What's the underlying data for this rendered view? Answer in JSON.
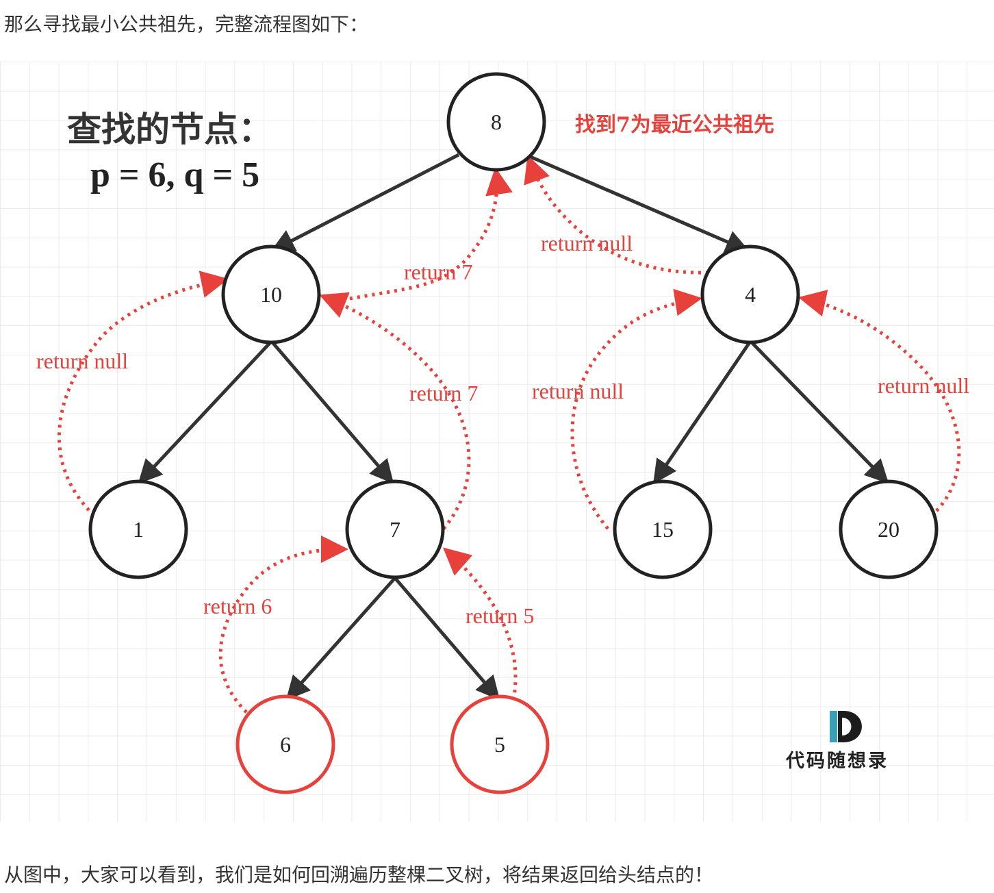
{
  "caption_top": "那么寻找最小公共祖先，完整流程图如下：",
  "caption_bottom": "从图中，大家可以看到，我们是如何回溯遍历整棵二叉树，将结果返回给头结点的！",
  "query": {
    "title": "查找的节点：",
    "expression": "p = 6, q = 5"
  },
  "result_note": "找到7为最近公共祖先",
  "nodes": {
    "n8": "8",
    "n10": "10",
    "n4": "4",
    "n1": "1",
    "n7": "7",
    "n15": "15",
    "n20": "20",
    "n6": "6",
    "n5": "5"
  },
  "target_nodes": [
    "6",
    "5"
  ],
  "returns": {
    "r1": "return null",
    "r6": "return 6",
    "r5": "return 5",
    "r7a": "return 7",
    "r7b": "return 7",
    "r15": "return null",
    "r20": "return null",
    "r4": "return null"
  },
  "logo": {
    "mark": "D",
    "text": "代码随想录"
  },
  "colors": {
    "accent": "#e8413c",
    "edge": "#333333",
    "grid": "#e6e6e6"
  }
}
